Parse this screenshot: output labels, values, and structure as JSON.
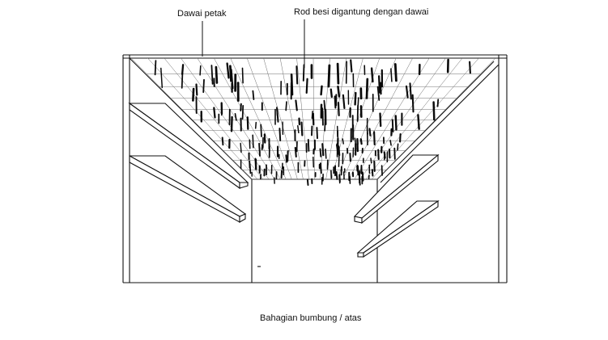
{
  "labels": {
    "grid_wire": "Dawai petak",
    "rods": "Rod besi digantung dengan dawai"
  },
  "caption": "Bahagian bumbung / atas",
  "colors": {
    "ink": "#111111",
    "rod": "#0a0a0a",
    "background": "#ffffff"
  }
}
